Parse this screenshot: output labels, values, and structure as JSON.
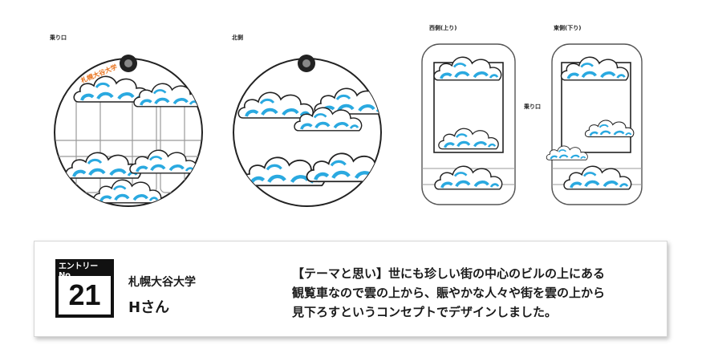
{
  "views": {
    "entrance": "乗り口",
    "north": "北側",
    "west": "西側(上り)",
    "east": "東側(下り)",
    "side_entrance": "乗り口",
    "logo_text": "札幌大谷大学"
  },
  "entry": {
    "badge_label": "エントリーNo.",
    "number": "21",
    "university": "札幌大谷大学",
    "person": "Hさん",
    "description": [
      "【テーマと思い】世にも珍しい街の中心のビルの上にある",
      "観覧車なので雲の上から、賑やかな人々や街を雲の上から",
      "見下ろすというコンセプトでデザインしました。"
    ]
  },
  "colors": {
    "cloud_blue": "#2aa9e0",
    "outline": "#222222",
    "logo_orange": "#e8731e"
  }
}
